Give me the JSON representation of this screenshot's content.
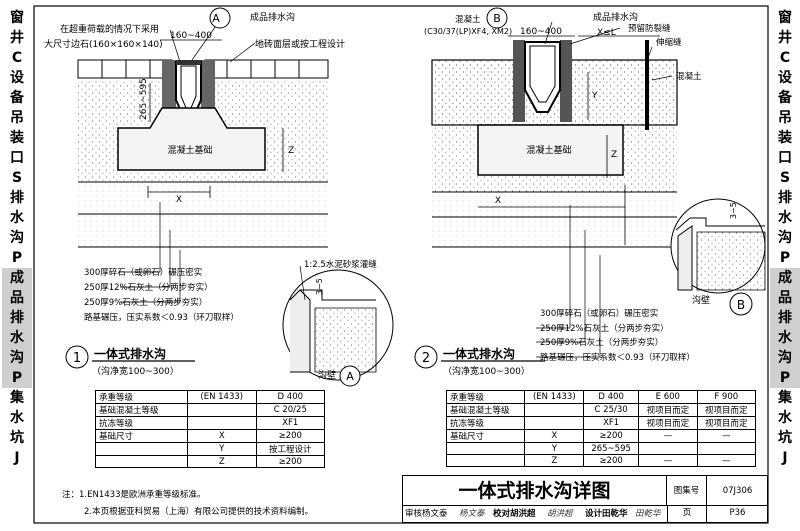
{
  "side_left": [
    "窗",
    "井",
    "C",
    "设",
    "备",
    "吊",
    "装",
    "口",
    "S",
    "排",
    "水",
    "沟",
    "P",
    "成",
    "品",
    "排",
    "水",
    "沟",
    "P",
    "集",
    "水",
    "坑",
    "J"
  ],
  "side_left_highlight": [
    13,
    14,
    15,
    16,
    17,
    18
  ],
  "side_right": [
    "窗",
    "井",
    "C",
    "设",
    "备",
    "吊",
    "装",
    "口",
    "S",
    "排",
    "水",
    "沟",
    "P",
    "成",
    "品",
    "排",
    "水",
    "沟",
    "P",
    "集",
    "水",
    "坑",
    "J"
  ],
  "side_right_highlight": [
    13,
    14,
    15,
    16,
    17,
    18
  ],
  "detail1": {
    "marker_top": "A",
    "note_load": "在超重荷载的情况下采用",
    "note_curb": "大尺寸边石(160×160×140)",
    "width_dim": "160~400",
    "channel": "成品排水沟",
    "paving": "地砖面层或按工程设计",
    "depth_dim": "265~595",
    "base": "混凝土基础",
    "dim_z": "Z",
    "dim_x": "X",
    "layers": [
      "300厚碎石（或卵石）碾压密实",
      "250厚12%石灰土（分两步夯实）",
      "250厚9%石灰土（分两步夯实）",
      "路基碾压，压实系数＜0.93（环刀取样）"
    ],
    "mortar": "1:2.5水泥砂浆灌缝",
    "detail_dim": "3~5",
    "wall": "沟壁",
    "detail_marker": "A",
    "number": "1",
    "title": "一体式排水沟",
    "subtitle": "（沟净宽100~300）"
  },
  "detail2": {
    "marker_top": "B",
    "concrete_note": "混凝土",
    "concrete_grade": "(C30/37(LP)XF4, XM2)",
    "width_dim": "160~400",
    "channel": "成品排水沟",
    "crack_joint": "预留防裂缝",
    "spacing": "X≤L",
    "expansion": "伸缩缝",
    "concrete": "混凝土",
    "dim_y": "Y",
    "base": "混凝土基础",
    "dim_z": "Z",
    "dim_x": "X",
    "detail_dim": "3~5",
    "wall": "沟壁",
    "detail_marker": "B",
    "layers": [
      "300厚碎石（或卵石）碾压密实",
      "250厚12%石灰土（分两步夯实）",
      "250厚9%石灰土（分两步夯实）",
      "路基碾压，压实系数＜0.93（环刀取样）"
    ],
    "number": "2",
    "title": "一体式排水沟",
    "subtitle": "（沟净宽100~300）"
  },
  "table1": [
    [
      "承重等级",
      "(EN 1433)",
      "D 400"
    ],
    [
      "基础混凝土等级",
      "",
      "C 20/25"
    ],
    [
      "抗冻等级",
      "",
      "XF1"
    ],
    [
      "基础尺寸",
      "X",
      "≥200"
    ],
    [
      "",
      "Y",
      "按工程设计"
    ],
    [
      "",
      "Z",
      "≥200"
    ]
  ],
  "table2": [
    [
      "承重等级",
      "(EN 1433)",
      "D 400",
      "E 600",
      "F 900"
    ],
    [
      "基础混凝土等级",
      "",
      "C 25/30",
      "视项目而定",
      "视项目而定"
    ],
    [
      "抗冻等级",
      "",
      "XF1",
      "视项目而定",
      "视项目而定"
    ],
    [
      "基础尺寸",
      "X",
      "≥200",
      "—",
      "—"
    ],
    [
      "",
      "Y",
      "265~595",
      "",
      ""
    ],
    [
      "",
      "Z",
      "≥200",
      "—",
      "—"
    ]
  ],
  "notes": {
    "label": "注：",
    "items": [
      "1.EN1433是欧洲承重等级标准。",
      "2.本页根据亚科贸易（上海）有限公司提供的技术资料编制。"
    ]
  },
  "titleblock": {
    "title": "一体式排水沟详图",
    "atlas_label": "图集号",
    "atlas_no": "07J306",
    "review": "审核杨文泰",
    "review_sign": "杨文泰",
    "check": "校对胡洪超",
    "check_sign": "胡洪超",
    "design": "设计田乾华",
    "design_sign": "田乾华",
    "page_label": "页",
    "page_no": "P36"
  }
}
